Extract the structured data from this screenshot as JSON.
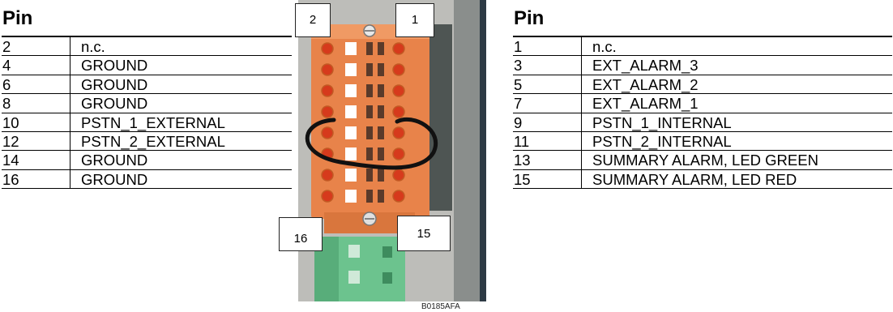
{
  "left_table": {
    "header": "Pin",
    "rows": [
      {
        "pin": "2",
        "signal": "n.c."
      },
      {
        "pin": "4",
        "signal": "GROUND"
      },
      {
        "pin": "6",
        "signal": "GROUND"
      },
      {
        "pin": "8",
        "signal": "GROUND"
      },
      {
        "pin": "10",
        "signal": "PSTN_1_EXTERNAL"
      },
      {
        "pin": "12",
        "signal": "PSTN_2_EXTERNAL"
      },
      {
        "pin": "14",
        "signal": "GROUND"
      },
      {
        "pin": "16",
        "signal": "GROUND"
      }
    ]
  },
  "right_table": {
    "header": "Pin",
    "rows": [
      {
        "pin": "1",
        "signal": "n.c."
      },
      {
        "pin": "3",
        "signal": "EXT_ALARM_3"
      },
      {
        "pin": "5",
        "signal": "EXT_ALARM_2"
      },
      {
        "pin": "7",
        "signal": "EXT_ALARM_1"
      },
      {
        "pin": "9",
        "signal": "PSTN_1_INTERNAL"
      },
      {
        "pin": "11",
        "signal": "PSTN_2_INTERNAL"
      },
      {
        "pin": "13",
        "signal": "SUMMARY ALARM, LED GREEN"
      },
      {
        "pin": "15",
        "signal": "SUMMARY ALARM, LED RED"
      }
    ]
  },
  "callouts": {
    "top_left": "2",
    "top_right": "1",
    "bottom_left": "16",
    "bottom_right": "15"
  },
  "photo_id": "B0185AFA",
  "colors": {
    "connector": "#e8834a",
    "connector_dark": "#c25a24",
    "contact": "#d63a1c",
    "green_terminal": "#6cc38e",
    "wire": "#111111"
  }
}
